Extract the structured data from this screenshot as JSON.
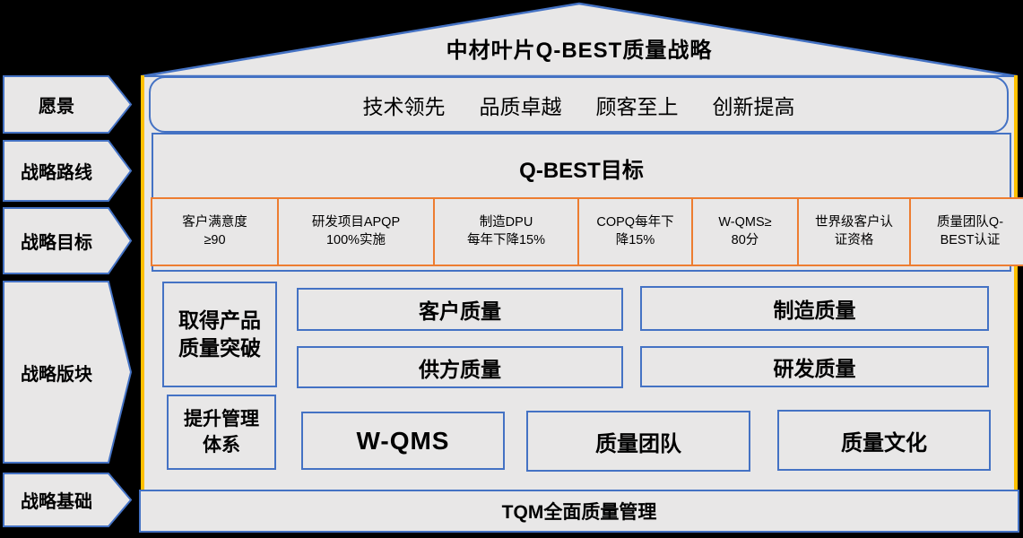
{
  "app": {
    "title": "中材叶片Q-BEST质量战略"
  },
  "colors": {
    "background": "#000000",
    "panel_fill": "#E8E7E7",
    "border_blue": "#4472C4",
    "border_orange": "#ED7D31",
    "edge_yellow": "#FFC000",
    "text": "#000000"
  },
  "sidebar": {
    "items": [
      {
        "label": "愿景"
      },
      {
        "label": "战略路线"
      },
      {
        "label": "战略目标"
      },
      {
        "label": "战略版块"
      },
      {
        "label": "战略基础"
      }
    ]
  },
  "vision": {
    "phrases": [
      "技术领先",
      "品质卓越",
      "顾客至上",
      "创新提高"
    ]
  },
  "goals": {
    "title": "Q-BEST目标",
    "items": [
      {
        "line1": "客户满意度",
        "line2": "≥90"
      },
      {
        "line1": "研发项目APQP",
        "line2": "100%实施"
      },
      {
        "line1": "制造DPU",
        "line2": "每年下降15%"
      },
      {
        "line1": "COPQ每年下",
        "line2": "降15%"
      },
      {
        "line1": "W-QMS≥",
        "line2": "80分"
      },
      {
        "line1": "世界级客户认",
        "line2": "证资格"
      },
      {
        "line1": "质量团队Q-",
        "line2": "BEST认证"
      }
    ]
  },
  "blocks": {
    "breakthrough": {
      "line1": "取得产品",
      "line2": "质量突破"
    },
    "customer_quality": "客户质量",
    "manufacturing_quality": "制造质量",
    "supplier_quality": "供方质量",
    "rd_quality": "研发质量",
    "system_improve": {
      "line1": "提升管理",
      "line2": "体系"
    },
    "wqms": "W-QMS",
    "quality_team": "质量团队",
    "quality_culture": "质量文化"
  },
  "foundation": {
    "label": "TQM全面质量管理"
  }
}
